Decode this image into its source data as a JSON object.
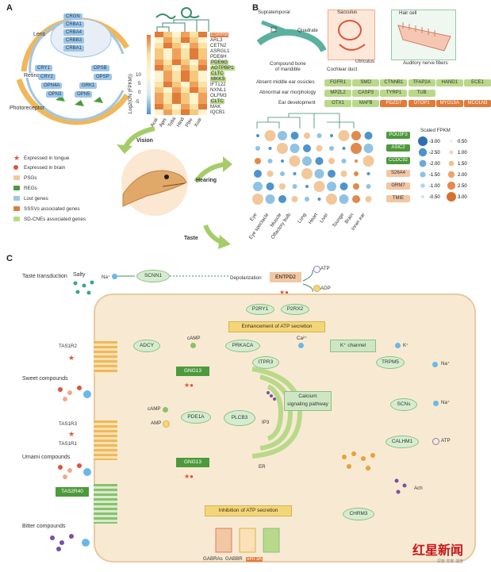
{
  "panels": {
    "a": "A",
    "b": "B",
    "c": "C"
  },
  "panel_a": {
    "eye_labels": {
      "lens": "Lens",
      "retina": "Retina",
      "photoreceptor": "Photoreceptor"
    },
    "lens_genes": [
      "CRGN",
      "CRBA1",
      "CRBA4",
      "CRBB3",
      "CRBA1"
    ],
    "retina_genes": [
      "CRY1",
      "CRY2",
      "OPN4A",
      "OPN3",
      "OPSB",
      "OPSP",
      "GRK1",
      "OPN5"
    ],
    "heatmap_genes": [
      "ESRRB",
      "ARL3",
      "CETN2",
      "ASRGL1",
      "PDE6H",
      "PDE6G",
      "AGTPBP1",
      "CLTC",
      "MKKS",
      "IFT122",
      "NXNL1",
      "OLFM3",
      "CLTC",
      "MAK",
      "IQCB1"
    ],
    "heatmap_tissues": [
      "Acai",
      "Apis",
      "Toba",
      "Hind",
      "Pbiv",
      "Xuai"
    ],
    "colorbar_label": "Log2(ON (FPKM))",
    "colorbar_ticks": [
      "10",
      "5",
      "0",
      "-5"
    ],
    "vision": "Vision"
  },
  "legend": [
    {
      "label": "Expressed in tongue",
      "color": "#e0533b",
      "shape": "star"
    },
    {
      "label": "Expressed in brain",
      "color": "#e0533b",
      "shape": "dot"
    },
    {
      "label": "PSGs",
      "color": "#f2c7a3",
      "shape": "box"
    },
    {
      "label": "REGs",
      "color": "#4c9a3b",
      "shape": "box"
    },
    {
      "label": "Lost genes",
      "color": "#9fc6e8",
      "shape": "box"
    },
    {
      "label": "SSSVs associated genes",
      "color": "#e07b3a",
      "shape": "box"
    },
    {
      "label": "SD-CNEs associated genes",
      "color": "#b9d98a",
      "shape": "box"
    }
  ],
  "center": {
    "hearing": "Hearing",
    "taste": "Taste"
  },
  "panel_b": {
    "ear_labels": {
      "supratemporal": "Supratemporal",
      "quadrate": "Quadrate",
      "compound": "Compound bone\nof mandible",
      "sacculus": "Sacculus",
      "cochlear": "Cochlear duct",
      "utriculus": "Utriculus",
      "hair": "Hair cell",
      "auditory": "Auditory nerve fibers"
    },
    "rows": [
      {
        "label": "Absent middle ear ossicles",
        "genes": [
          [
            "FGFR1",
            "g"
          ],
          [
            "SMO",
            "g"
          ],
          [
            "CTNNB1",
            "g"
          ],
          [
            "TFAP2A",
            "g"
          ],
          [
            "HAND1",
            "g"
          ],
          [
            "ECE1",
            "g"
          ]
        ]
      },
      {
        "label": "Abnormal ear morphology",
        "genes": [
          [
            "MPZL2",
            "g"
          ],
          [
            "CASP3",
            "g"
          ],
          [
            "TYRP1",
            "g"
          ],
          [
            "TUB",
            "g"
          ]
        ]
      },
      {
        "label": "Ear development",
        "genes": [
          [
            "OTX1",
            "g"
          ],
          [
            "MAFB",
            "g"
          ],
          [
            "PDZD7",
            "o"
          ],
          [
            "OTOP1",
            "o"
          ],
          [
            "MYO15A",
            "o"
          ],
          [
            "MCOLN3",
            "o"
          ]
        ]
      }
    ],
    "dot_genes": [
      [
        "POU3F3",
        "dg"
      ],
      [
        "ASIC2",
        "dg"
      ],
      [
        "CCDC92",
        "dg"
      ],
      [
        "S26A4",
        "lo"
      ],
      [
        "GRM7",
        "lo"
      ],
      [
        "TMIE",
        "lo"
      ]
    ],
    "dot_tissues": [
      "Eye",
      "Eye spectacle",
      "Muscle",
      "Olfactory bulb",
      "Lung",
      "Heart",
      "Liver",
      "Tounge",
      "Brain",
      "Inner ear"
    ],
    "scale_title": "Scaled FPKM",
    "scale_left": [
      "-3.00",
      "-2.50",
      "-2.00",
      "-1.50",
      "-1.00",
      "-0.50"
    ],
    "scale_right": [
      "0.50",
      "1.00",
      "1.50",
      "2.00",
      "2.50",
      "3.00"
    ]
  },
  "panel_c": {
    "taste_transduction": "Taste transduction",
    "salty": "Salty",
    "na": "Na⁺",
    "scnn1": "SCNN1",
    "depolarization": "Depolarization",
    "entpd2": "ENTPD2",
    "atp": "ATP",
    "adp": "ADP",
    "p2ry1": "P2RY1",
    "p2rx2": "P2RX2",
    "enhancement": "Enhancement of ATP secretion",
    "adcy": "ADCY",
    "camp": "cAMP",
    "prkaca": "PRKACA",
    "ca": "Ca²⁺",
    "k_channel": "K⁺ channel",
    "k": "K⁺",
    "itpr3": "ITPR3",
    "trpm5": "TRPM5",
    "na2": "Na⁺",
    "gng13": "GNG13",
    "calcium": "Calcium\nsignaling pathway",
    "scns": "SCNs",
    "na3": "Na⁺",
    "pde1a": "PDE1A",
    "camp2": "cAMP",
    "amp": "AMP",
    "plcb3": "PLCB3",
    "ip3": "IP3",
    "er": "ER",
    "calhm1": "CALHM1",
    "atp2": "ATP",
    "gng13b": "GNG13",
    "ach": "Ach",
    "chrm3": "CHRM3",
    "tas1r2": "TAS1R2",
    "sweet": "Sweet compounds",
    "tas1r3": "TAS1R3",
    "tas1r1": "TAS1R1",
    "umami": "Umami compounds",
    "tas2r40": "TAS2R40",
    "bitter": "Bitter compounds",
    "inhibition": "Inhibition of ATP secretion",
    "gabra": "GABRAs",
    "gabbr": "GABBR",
    "htr": "5HT3A"
  },
  "watermark": {
    "main": "红星新闻",
    "sub": "深度 态度 温度"
  }
}
